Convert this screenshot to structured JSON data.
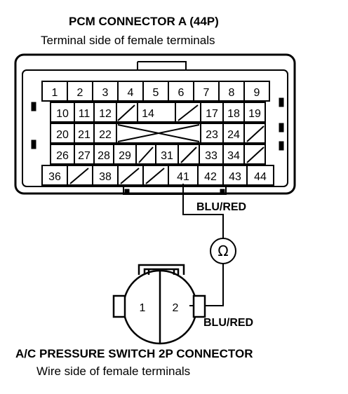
{
  "pcm_connector": {
    "title": "PCM CONNECTOR A (44P)",
    "subtitle": "Terminal side of female terminals",
    "rows": [
      [
        "1",
        "2",
        "3",
        "4",
        "5",
        "6",
        "7",
        "8",
        "9"
      ],
      [
        "10",
        "11",
        "12",
        "",
        "14",
        "",
        "17",
        "18",
        "19"
      ],
      [
        "20",
        "21",
        "22",
        "",
        "",
        "",
        "23",
        "24",
        ""
      ],
      [
        "26",
        "27",
        "28",
        "29",
        "",
        "31",
        "",
        "33",
        "34",
        ""
      ],
      [
        "36",
        "",
        "38",
        "",
        "",
        "41",
        "42",
        "43",
        "44"
      ]
    ],
    "highlighted_terminal": "41"
  },
  "wire_labels": {
    "upper": "BLU/RED",
    "lower": "BLU/RED"
  },
  "meter_symbol": "Ω",
  "switch_connector": {
    "title": "A/C PRESSURE SWITCH 2P CONNECTOR",
    "subtitle": "Wire side of female terminals",
    "terminals": [
      "1",
      "2"
    ]
  },
  "colors": {
    "line": "#000000",
    "background": "#ffffff"
  }
}
